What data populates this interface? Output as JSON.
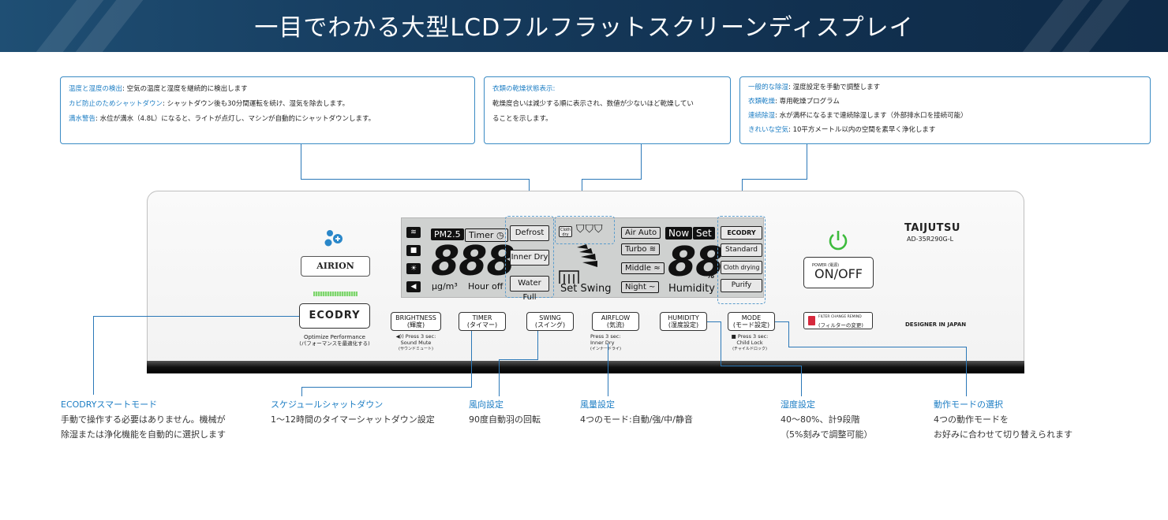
{
  "banner": {
    "title": "一目でわかる大型LCDフルフラットスクリーンディスプレイ"
  },
  "callouts": {
    "left": [
      {
        "key": "温度と湿度の検出",
        "text": ": 空気の温度と湿度を継続的に検出します"
      },
      {
        "key": "カビ防止のためシャットダウン",
        "text": ": シャットダウン後も30分間運転を続け、湿気を除去します。"
      },
      {
        "key": "満水警告",
        "text": ": 水位が満水（4.8L）になると、ライトが点灯し、マシンが自動的にシャットダウンします。"
      }
    ],
    "middle": {
      "key": "衣類の乾燥状態表示:",
      "lines": [
        "乾燥度合いは減少する順に表示され、数値が少ないほど乾燥してい",
        "ることを示します。"
      ]
    },
    "right": [
      {
        "key": "一般的な除湿",
        "text": ": 湿度設定を手動で調整します"
      },
      {
        "key": "衣類乾燥",
        "text": ": 専用乾燥プログラム"
      },
      {
        "key": "連続除湿",
        "text": ": 水が満杯になるまで連続除湿します（外部排水口を接続可能）"
      },
      {
        "key": "きれいな空気",
        "text": ": 10平方メートル以内の空間を素早く浄化します"
      }
    ]
  },
  "device": {
    "airion": "AIRION",
    "ecodry": "ECODRY",
    "ecodry_sub": [
      "Optimize Performance",
      "(パフォーマンスを最適化する)"
    ],
    "brand": "TAIJUTSU",
    "model": "AD-35R290G-L",
    "power_small": "POWER (電源)",
    "power": "ON/OFF",
    "filter_small": "FILTER CHANGE REMIND",
    "filter": "(フィルターの変更)",
    "designer": "DESIGNER IN JAPAN",
    "buttons": {
      "brightness": [
        "BRIGHTNESS",
        "(輝度)"
      ],
      "brightness_sub": [
        "Press 3 sec:",
        "Sound Mute",
        "(サウンドミュート)"
      ],
      "timer": [
        "TIMER",
        "(タイマー)"
      ],
      "swing": [
        "SWING",
        "(スイング)"
      ],
      "airflow": [
        "AIRFLOW",
        "(気流)"
      ],
      "airflow_sub": [
        "Press 3 sec:",
        "Inner Dry",
        "(インナードライ)"
      ],
      "humidity": [
        "HUMIDITY",
        "(湿度設定)"
      ],
      "mode": [
        "MODE",
        "(モード設定)"
      ],
      "mode_sub": [
        "Press 3 sec:",
        "Child Lock",
        "(チャイルドロック)"
      ]
    }
  },
  "lcd": {
    "pm": "PM2.5",
    "timer": "Timer",
    "digits_left": "888",
    "unit": "μg/m³",
    "hour_off": "Hour off",
    "defrost": "Defrost",
    "inner_dry": "Inner Dry",
    "water_full": "Water Full",
    "cloth_dry": "Cloth dry",
    "set_swing": "Set Swing",
    "air_auto": "Air Auto",
    "turbo": "Turbo",
    "middle": "Middle",
    "night": "Night",
    "now": "Now",
    "set": "Set",
    "digits_right": "88",
    "percent": "%",
    "humidity": "Humidity",
    "ecodry": "ECODRY",
    "standard": "Standard",
    "cloth_drying": "Cloth drying",
    "purify": "Purify"
  },
  "annotations": [
    {
      "head": "ECODRYスマートモード",
      "lines": [
        "手動で操作する必要はありません。機械が",
        "除湿または浄化機能を自動的に選択します"
      ]
    },
    {
      "head": "スケジュールシャットダウン",
      "lines": [
        "1～12時間のタイマーシャットダウン設定"
      ]
    },
    {
      "head": "風向設定",
      "lines": [
        "90度自動羽の回転"
      ]
    },
    {
      "head": "風量設定",
      "lines": [
        "4つのモード:自動/強/中/静音"
      ]
    },
    {
      "head": "湿度設定",
      "lines": [
        "40～80%、計9段階",
        "（5%刻みで調整可能）"
      ]
    },
    {
      "head": "動作モードの選択",
      "lines": [
        "4つの動作モードを",
        "お好みに合わせて切り替えられます"
      ]
    }
  ],
  "colors": {
    "accent": "#1d7ec4",
    "banner": "#173e61",
    "power_green": "#3dbb3d"
  }
}
